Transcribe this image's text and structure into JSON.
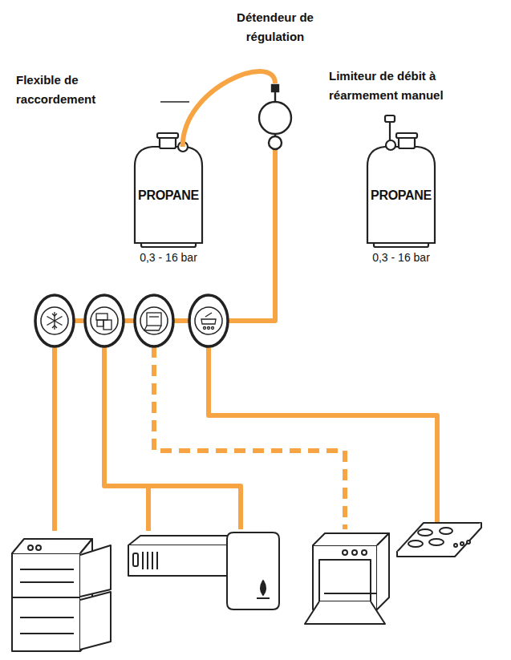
{
  "diagram": {
    "nodes": [
      {
        "text": [
          "PROPANE",
          "0,3 - 16 bar"
        ]
      },
      {
        "text": [
          "Détendeur de régulation"
        ]
      },
      {
        "text": [
          "PROPANE",
          "0,3 - 16 bar"
        ]
      }
    ],
    "edges": [
      {
        "from": 0,
        "to": 1,
        "arrow": "none"
      }
    ],
    "labels": [
      "Flexible de raccordement",
      "Limiteur de débit à réarmement manuel"
    ]
  }
}
